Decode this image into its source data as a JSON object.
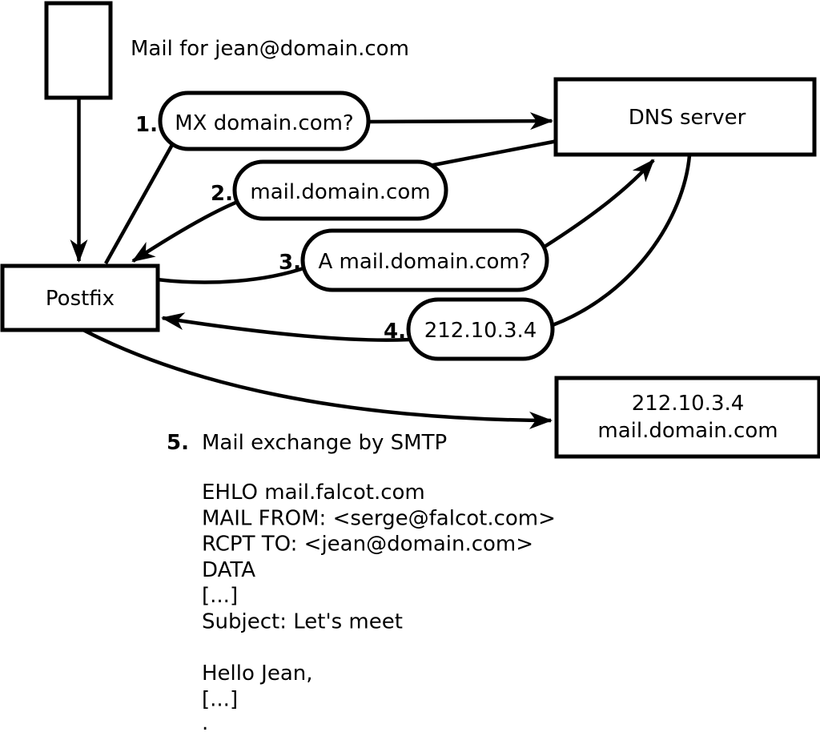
{
  "title": "Mail for jean@domain.com",
  "nodes": {
    "postfix": {
      "label": "Postfix"
    },
    "dns": {
      "label": "DNS server"
    },
    "mail_server": {
      "line1": "212.10.3.4",
      "line2": "mail.domain.com"
    }
  },
  "steps": [
    {
      "num": "1.",
      "label": "MX domain.com?"
    },
    {
      "num": "2.",
      "label": "mail.domain.com"
    },
    {
      "num": "3.",
      "label": "A mail.domain.com?"
    },
    {
      "num": "4.",
      "label": "212.10.3.4"
    },
    {
      "num": "5.",
      "label": "Mail exchange by SMTP"
    }
  ],
  "smtp": {
    "lines": [
      "EHLO mail.falcot.com",
      "MAIL FROM: <serge@falcot.com>",
      "RCPT TO: <jean@domain.com>",
      "DATA",
      "[...]",
      "Subject: Let's meet",
      "",
      "Hello Jean,",
      "[...]",
      "."
    ]
  },
  "colors": {
    "ink": "#000000",
    "background": "#ffffff"
  }
}
